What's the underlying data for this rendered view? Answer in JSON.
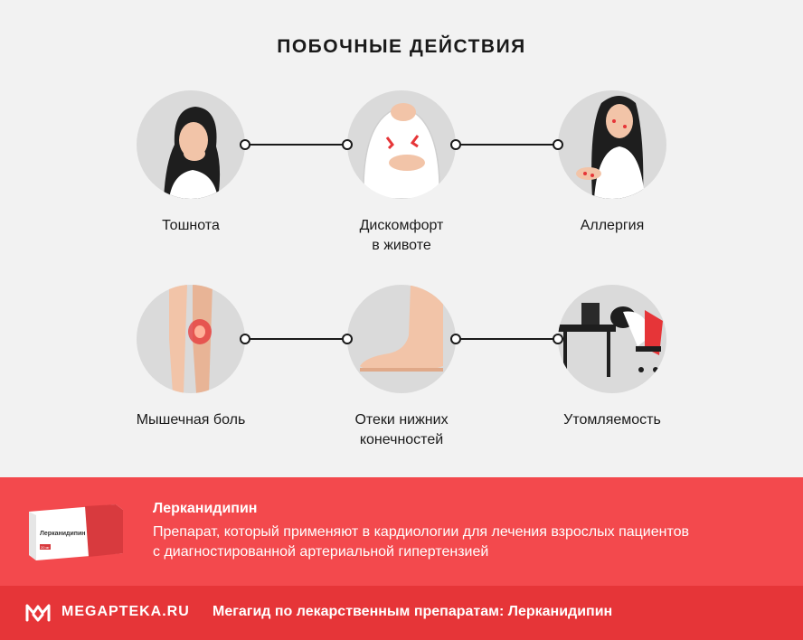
{
  "title": "ПОБОЧНЫЕ ДЕЙСТВИЯ",
  "effects": [
    {
      "lines": [
        "Тошнота"
      ],
      "icon": "nausea-woman-illustration"
    },
    {
      "lines": [
        "Дискомфорт",
        "в животе"
      ],
      "icon": "stomach-pain-illustration"
    },
    {
      "lines": [
        "Аллергия"
      ],
      "icon": "allergy-woman-illustration"
    },
    {
      "lines": [
        "Мышечная боль"
      ],
      "icon": "leg-pain-illustration"
    },
    {
      "lines": [
        "Отеки нижних",
        "конечностей"
      ],
      "icon": "swollen-foot-illustration"
    },
    {
      "lines": [
        "Утомляемость"
      ],
      "icon": "tired-worker-illustration"
    }
  ],
  "drug": {
    "name": "Лерканидипин",
    "description_lines": [
      "Препарат, который применяют в кардиологии для лечения взрослых пациентов",
      "с диагностированной артериальной гипертензией"
    ],
    "box_label": "Лерканидипин",
    "box_dose": "20 мг"
  },
  "footer": {
    "brand": "MEGAPTEKA.RU",
    "text": "Мегагид по лекарственным препаратам: Лерканидипин"
  },
  "colors": {
    "accent": "#f3494d",
    "footer": "#e63538",
    "background": "#f2f2f2",
    "circle": "#dadada"
  }
}
